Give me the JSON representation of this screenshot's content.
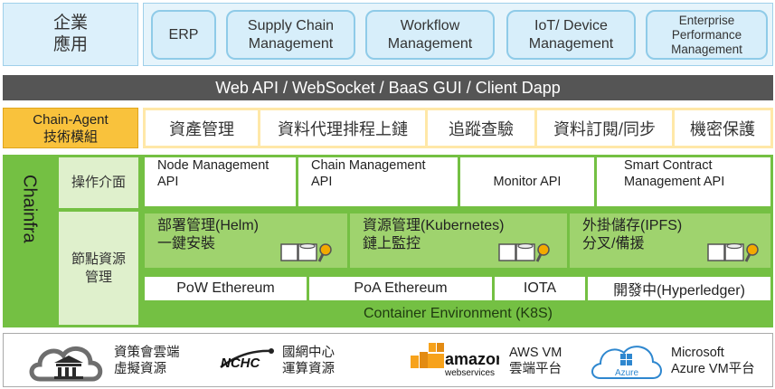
{
  "enterprise": {
    "label_line1": "企業",
    "label_line2": "應用",
    "apps": [
      {
        "line1": "ERP",
        "line2": ""
      },
      {
        "line1": "Supply Chain",
        "line2": "Management"
      },
      {
        "line1": "Workflow",
        "line2": "Management"
      },
      {
        "line1": "IoT/ Device",
        "line2": "Management"
      },
      {
        "line1": "Enterprise",
        "line2": "Performance",
        "line3": "Management"
      }
    ]
  },
  "api_bar": "Web API / WebSocket / BaaS GUI / Client Dapp",
  "chain_agent": {
    "label_line1": "Chain-Agent",
    "label_line2": "技術模組",
    "items": [
      "資產管理",
      "資料代理排程上鏈",
      "追蹤查驗",
      "資料訂閱/同步",
      "機密保護"
    ]
  },
  "chainfra": {
    "label": "Chainfra",
    "ops_label": "操作介面",
    "node_label_line1": "節點資源",
    "node_label_line2": "管理",
    "apis": [
      {
        "line1": "Node Management",
        "line2": "API"
      },
      {
        "line1": "Chain Management",
        "line2": "API"
      },
      {
        "line1": "Monitor API",
        "line2": ""
      },
      {
        "line1": "Smart Contract",
        "line2": "Management API"
      }
    ],
    "node_mgmt": [
      {
        "line1": "部署管理(Helm)",
        "line2": "一鍵安裝"
      },
      {
        "line1": "資源管理(Kubernetes)",
        "line2": "鏈上監控"
      },
      {
        "line1": "外掛儲存(IPFS)",
        "line2": "分叉/備援"
      }
    ],
    "ledgers": [
      "PoW Ethereum",
      "PoA Ethereum",
      "IOTA",
      "開發中(Hyperledger)"
    ],
    "container": "Container Environment (K8S)"
  },
  "providers": [
    {
      "line1": "資策會雲端",
      "line2": "虛擬資源"
    },
    {
      "line1": "國網中心",
      "line2": "運算資源",
      "logo": "NCHC"
    },
    {
      "line1": "AWS VM",
      "line2": "雲端平台",
      "logo": "amazon",
      "logo_sub": "webservices"
    },
    {
      "line1": "Microsoft",
      "line2": "Azure VM平台",
      "logo": "Azure"
    }
  ],
  "colors": {
    "enterprise": "#dcf0fb",
    "api_bar": "#555555",
    "chain_agent_label": "#f9c23c",
    "chain_agent_frame": "#ffe8a8",
    "chainfra_green": "#74c043",
    "node_cell": "#9fd36e",
    "amazon_orange": "#f7a21b",
    "azure_blue": "#2e87cf"
  },
  "icons": [
    "cloud-building-icon",
    "storage-icon",
    "cylinder-icon",
    "magnifier-icon",
    "azure-windows-icon"
  ]
}
